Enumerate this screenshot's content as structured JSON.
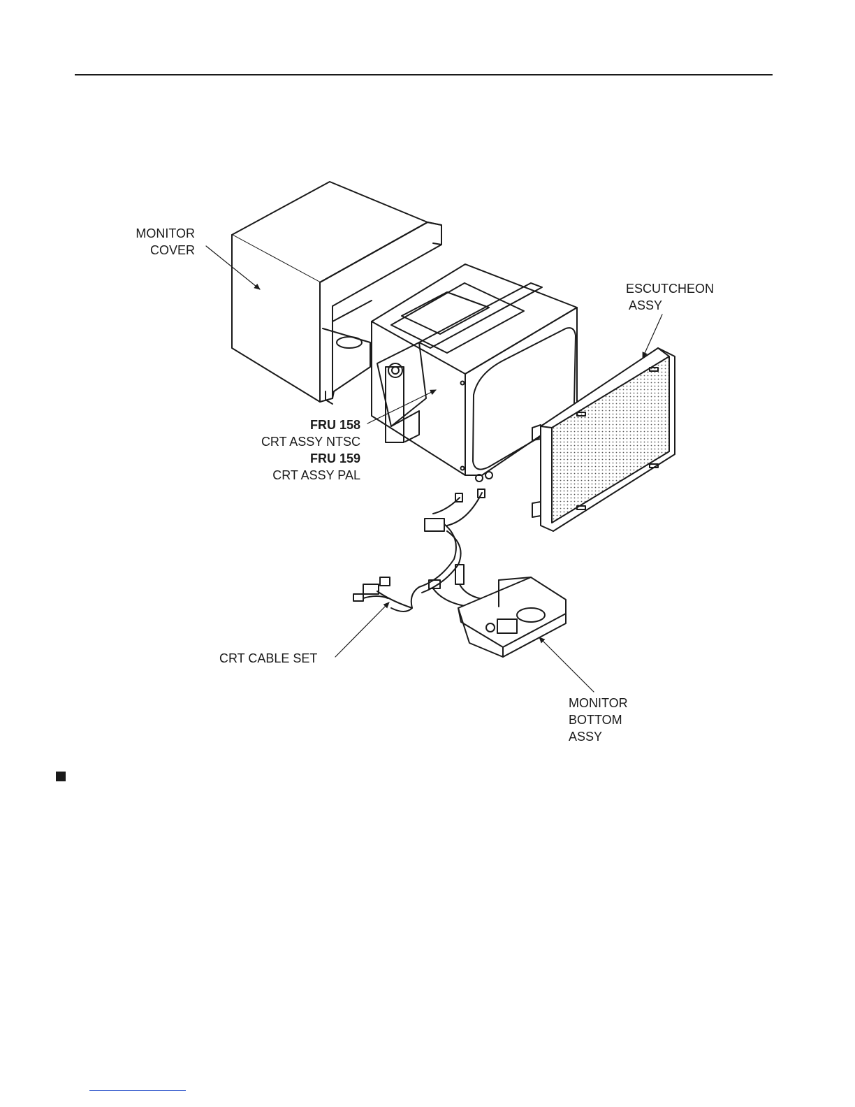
{
  "labels": {
    "monitor_cover": [
      "MONITOR",
      "COVER"
    ],
    "escutcheon": [
      "ESCUTCHEON",
      "ASSY"
    ],
    "crt_assy": {
      "fru_ntsc": "FRU 158",
      "ntsc": "CRT ASSY NTSC",
      "fru_pal": "FRU 159",
      "pal": "CRT ASSY PAL"
    },
    "cable_set": "CRT CABLE SET",
    "monitor_bottom": [
      "MONITOR",
      "BOTTOM",
      "ASSY"
    ]
  },
  "colors": {
    "ink": "#1a1a1a",
    "link": "#3a5fcf"
  }
}
